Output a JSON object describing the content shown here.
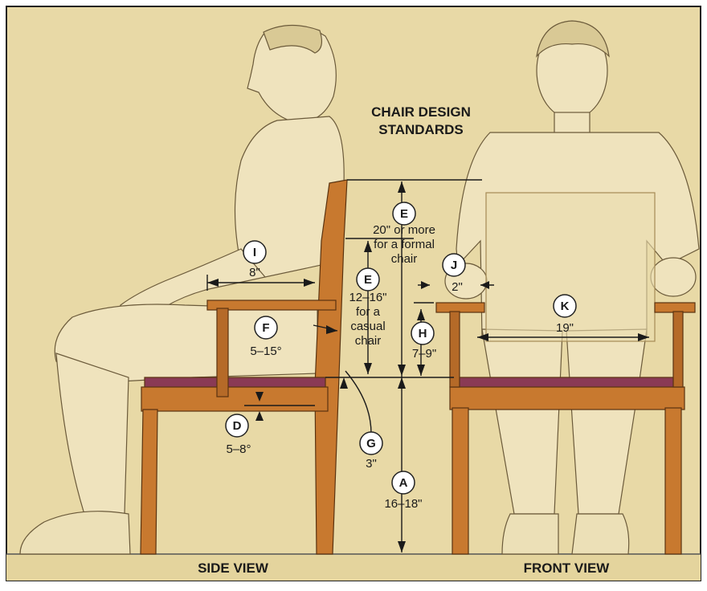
{
  "title_line1": "CHAIR DESIGN",
  "title_line2": "STANDARDS",
  "views": {
    "side": "SIDE VIEW",
    "front": "FRONT VIEW"
  },
  "labels": {
    "A": {
      "letter": "A",
      "text": "16–18\""
    },
    "D": {
      "letter": "D",
      "text": "5–8°"
    },
    "E_top": {
      "letter": "E",
      "lines": [
        "20\" or more",
        "for a formal",
        "chair"
      ]
    },
    "E_mid": {
      "letter": "E",
      "lines": [
        "12–16\"",
        "for a",
        "casual",
        "chair"
      ]
    },
    "F": {
      "letter": "F",
      "text": "5–15°"
    },
    "G": {
      "letter": "G",
      "text": "3\""
    },
    "H": {
      "letter": "H",
      "text": "7–9\""
    },
    "I": {
      "letter": "I",
      "text": "8\""
    },
    "J": {
      "letter": "J",
      "text": "2\""
    },
    "K": {
      "letter": "K",
      "text": "19\""
    }
  },
  "colors": {
    "paper": "#e8d9a6",
    "wood": "#c8792f",
    "seat": "#8a3a55",
    "ink": "#1a1a1a"
  }
}
